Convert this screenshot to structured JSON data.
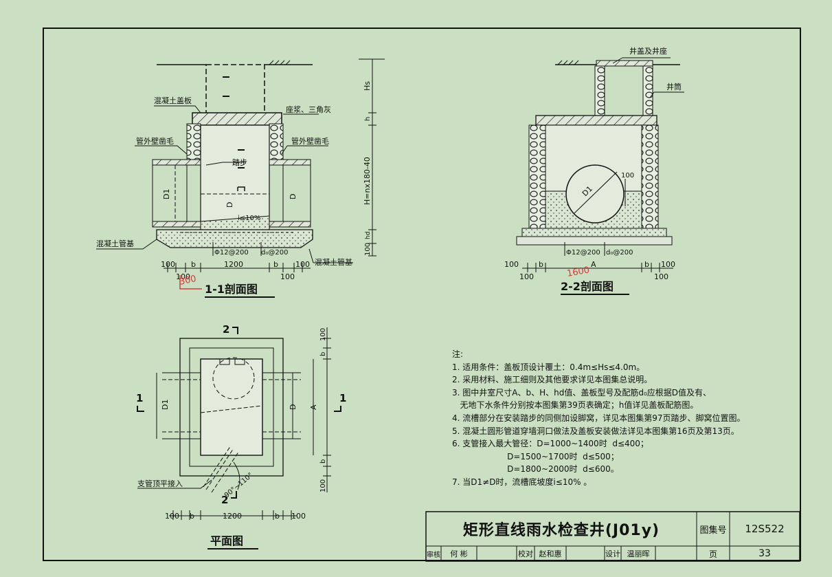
{
  "drawing": {
    "title": "矩形直线雨水检查井(J01y)",
    "atlas_label": "图集号",
    "atlas_no": "12S522",
    "page_label": "页",
    "page_no": "33",
    "review_label": "审核",
    "review_name": "何 彬",
    "check_label": "校对",
    "check_name": "赵和惠",
    "design_label": "设计",
    "design_name": "温丽晖"
  },
  "section_11": {
    "caption": "1-1剖面图",
    "labels": {
      "cover": "混凝土盖板",
      "mortar": "座浆、三角灰",
      "wall_l": "管外壁凿毛",
      "wall_r": "管外壁凿毛",
      "step": "踏步",
      "d1": "D1",
      "d": "D",
      "d_r": "D",
      "slope": "i≤10%",
      "base_l": "混凝土管基",
      "base_r": "混凝土管基",
      "rebar1": "Φ12@200",
      "rebar2": "d₀@200"
    },
    "dims": {
      "a": "100",
      "b": "b",
      "c": "1200",
      "d": "b",
      "e": "100",
      "f": "100",
      "g": "100"
    },
    "vdims": {
      "hs": "Hs",
      "h": "h",
      "H": "H=nx180-40",
      "hd": "hd",
      "base": "100"
    },
    "handwritten": "300"
  },
  "section_22": {
    "caption": "2-2剖面图",
    "labels": {
      "cover": "井盖及井座",
      "shaft": "井筒",
      "d1": "D1",
      "d100": "100",
      "rebar1": "Φ12@200",
      "rebar2": "d₀@200"
    },
    "dims": {
      "a": "100",
      "b": "b",
      "c": "A",
      "d": "b",
      "e": "100",
      "f": "100",
      "g": "100"
    },
    "handwritten": "1600"
  },
  "plan": {
    "caption": "平面图",
    "sec2_top": "2",
    "sec2_bot": "2",
    "sec1_l": "1",
    "sec1_r": "1",
    "d1": "D1",
    "d": "D",
    "a": "A",
    "branch": "支管顶平接入",
    "angle": "90°~110°",
    "dims": {
      "a": "100",
      "b": "b",
      "c": "1200",
      "d": "b",
      "e": "100"
    },
    "vdims": {
      "a": "100",
      "b": "b",
      "c": "b",
      "d": "100"
    }
  },
  "notes": {
    "heading": "注:",
    "lines": [
      "1. 适用条件：盖板顶设计覆土：0.4m≤Hs≤4.0m。",
      "2. 采用材料、施工细则及其他要求详见本图集总说明。",
      "3. 图中井室尺寸A、b、H、hd值、盖板型号及配筋d₀应根据D值及有、",
      "   无地下水条件分别按本图集第39页表确定；h值详见盖板配筋图。",
      "4. 流槽部分在安装踏步的同侧加设脚窝，详见本图集第97页踏步、脚窝位置图。",
      "5. 混凝土圆形管道穿墙洞口做法及盖板安装做法详见本图集第16页及第13页。",
      "6. 支管接入最大管径：D=1000~1400时  d≤400；",
      "                     D=1500~1700时  d≤500；",
      "                     D=1800~2000时  d≤600。",
      "7. 当D1≠D时，流槽底坡度i≤10% 。"
    ]
  }
}
